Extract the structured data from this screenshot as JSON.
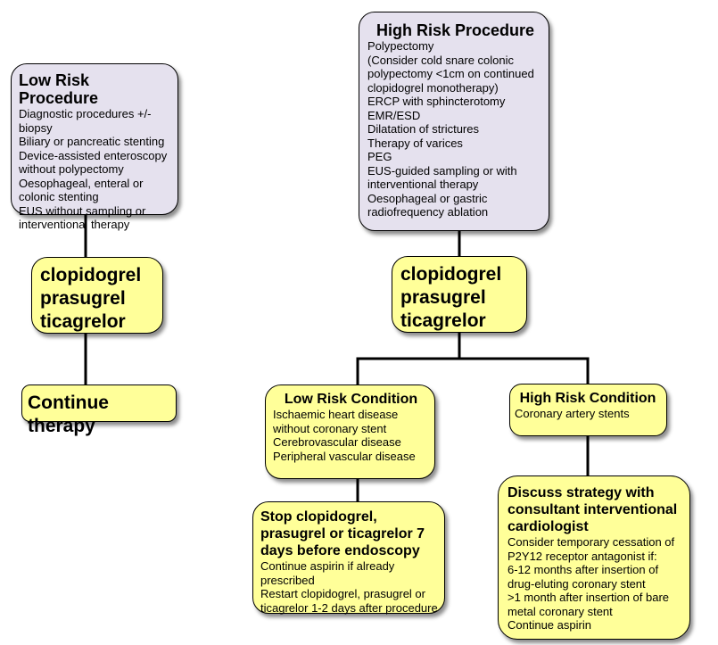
{
  "low_risk_procedure": {
    "title": "Low Risk Procedure",
    "items": [
      "Diagnostic procedures +/- biopsy",
      "Biliary or pancreatic stenting",
      "Device-assisted enteroscopy without polypectomy",
      "Oesophageal, enteral or colonic stenting",
      "EUS without sampling or interventional therapy"
    ]
  },
  "high_risk_procedure": {
    "title": "High Risk Procedure",
    "items": [
      "Polypectomy",
      "(Consider cold snare colonic polypectomy <1cm on continued clopidogrel monotherapy)",
      "ERCP with sphincterotomy",
      "EMR/ESD",
      "Dilatation of strictures",
      "Therapy of varices",
      "PEG",
      "EUS-guided sampling or with interventional therapy",
      "Oesophageal or gastric radiofrequency ablation"
    ]
  },
  "drugs_left": [
    "clopidogrel",
    "prasugrel",
    "ticagrelor"
  ],
  "drugs_right": [
    "clopidogrel",
    "prasugrel",
    "ticagrelor"
  ],
  "continue_therapy": "Continue therapy",
  "low_risk_condition": {
    "title": "Low Risk Condition",
    "items": [
      "Ischaemic heart disease without coronary stent",
      "Cerebrovascular disease",
      "Peripheral vascular disease"
    ]
  },
  "high_risk_condition": {
    "title": "High Risk Condition",
    "items": [
      "Coronary artery stents"
    ]
  },
  "stop_clopidogrel": {
    "title": "Stop clopidogrel, prasugrel or ticagrelor 7 days before endoscopy",
    "items": [
      "Continue aspirin if already prescribed",
      "Restart clopidogrel, prasugrel or ticagrelor 1-2 days after procedure"
    ]
  },
  "discuss_strategy": {
    "title": "Discuss strategy with consultant interventional cardiologist",
    "items": [
      "Consider temporary cessation of P2Y12 receptor antagonist if:",
      "6-12 months after insertion of drug-eluting coronary stent",
      ">1 month after insertion of bare metal coronary stent",
      "Continue aspirin"
    ]
  },
  "colors": {
    "procedure_fill": "#e5e1ee",
    "drug_fill": "#ffff99",
    "connector": "#000000"
  }
}
